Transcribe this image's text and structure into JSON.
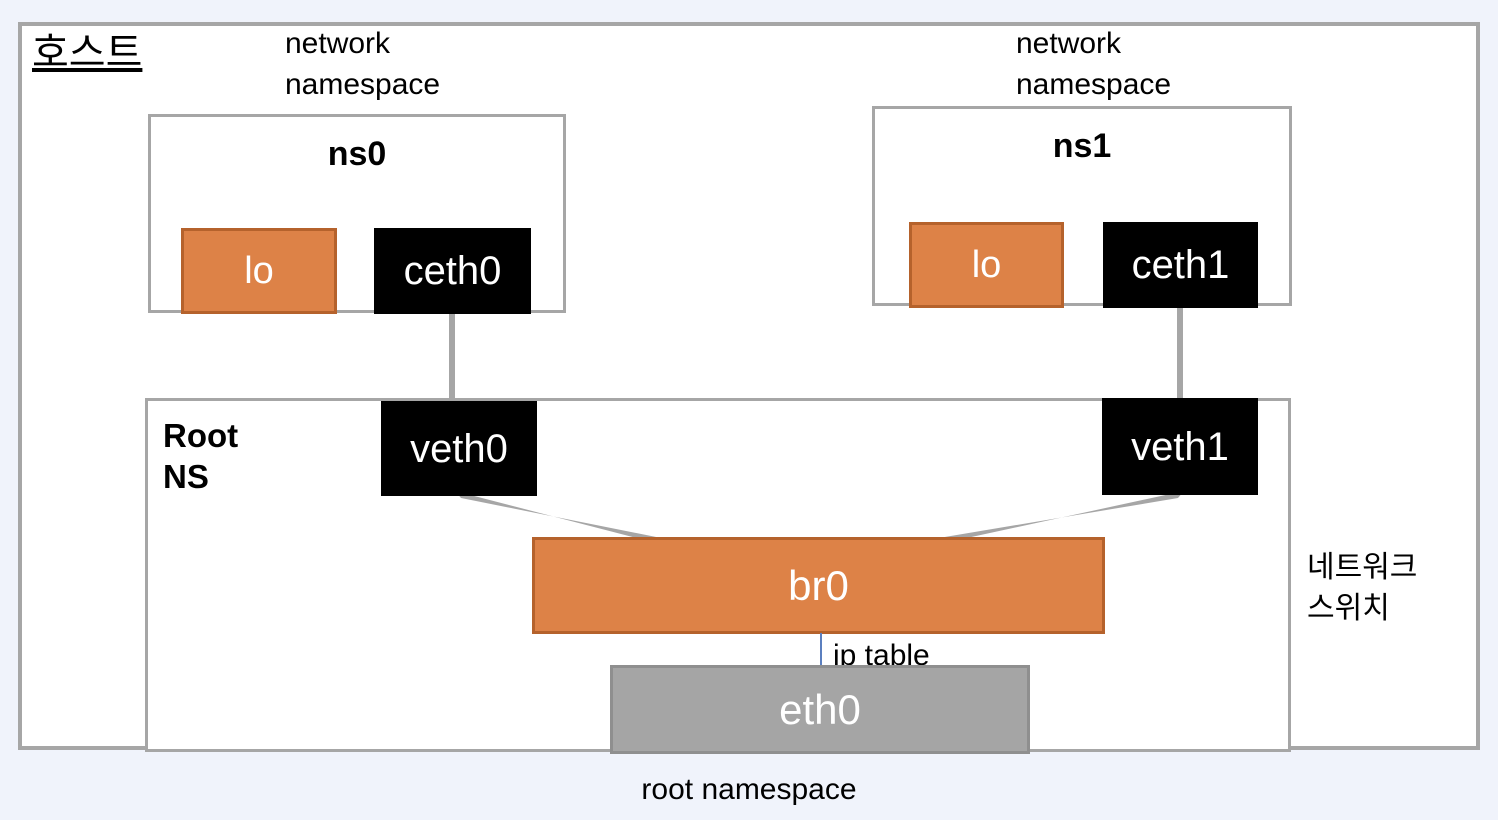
{
  "diagram": {
    "title": "호스트",
    "bottom_caption": "root namespace",
    "colors": {
      "page_background": "#f0f3fb",
      "frame_border": "#a6a6a6",
      "device_black": "#000000",
      "device_orange": "#dd8247",
      "device_orange_border": "#b5622c",
      "device_gray": "#a5a5a5",
      "iptable_line": "#5b7fbf"
    },
    "labels": {
      "ns_left": "network\nnamespace",
      "ns_right": "network\nnamespace",
      "network_switch": "네트워크\n스위치",
      "ip_table": "ip table",
      "root_ns": "Root\nNS"
    },
    "namespaces": [
      {
        "name": "ns0",
        "devices": [
          {
            "label": "lo",
            "kind": "loopback"
          },
          {
            "label": "ceth0",
            "kind": "veth-peer"
          }
        ]
      },
      {
        "name": "ns1",
        "devices": [
          {
            "label": "lo",
            "kind": "loopback"
          },
          {
            "label": "ceth1",
            "kind": "veth-peer"
          }
        ]
      }
    ],
    "root_namespace": {
      "name": "Root\nNS",
      "devices": [
        {
          "label": "veth0",
          "kind": "veth"
        },
        {
          "label": "veth1",
          "kind": "veth"
        },
        {
          "label": "br0",
          "kind": "bridge"
        },
        {
          "label": "eth0",
          "kind": "physical-nic"
        }
      ]
    },
    "connections": [
      {
        "from": "ceth0",
        "to": "veth0",
        "style": "vertical-gray"
      },
      {
        "from": "ceth1",
        "to": "veth1",
        "style": "vertical-gray"
      },
      {
        "from": "veth0",
        "to": "br0",
        "style": "diagonal-gray"
      },
      {
        "from": "veth1",
        "to": "br0",
        "style": "diagonal-gray"
      },
      {
        "from": "br0",
        "to": "eth0",
        "style": "thin-blue",
        "label": "ip table"
      }
    ]
  }
}
